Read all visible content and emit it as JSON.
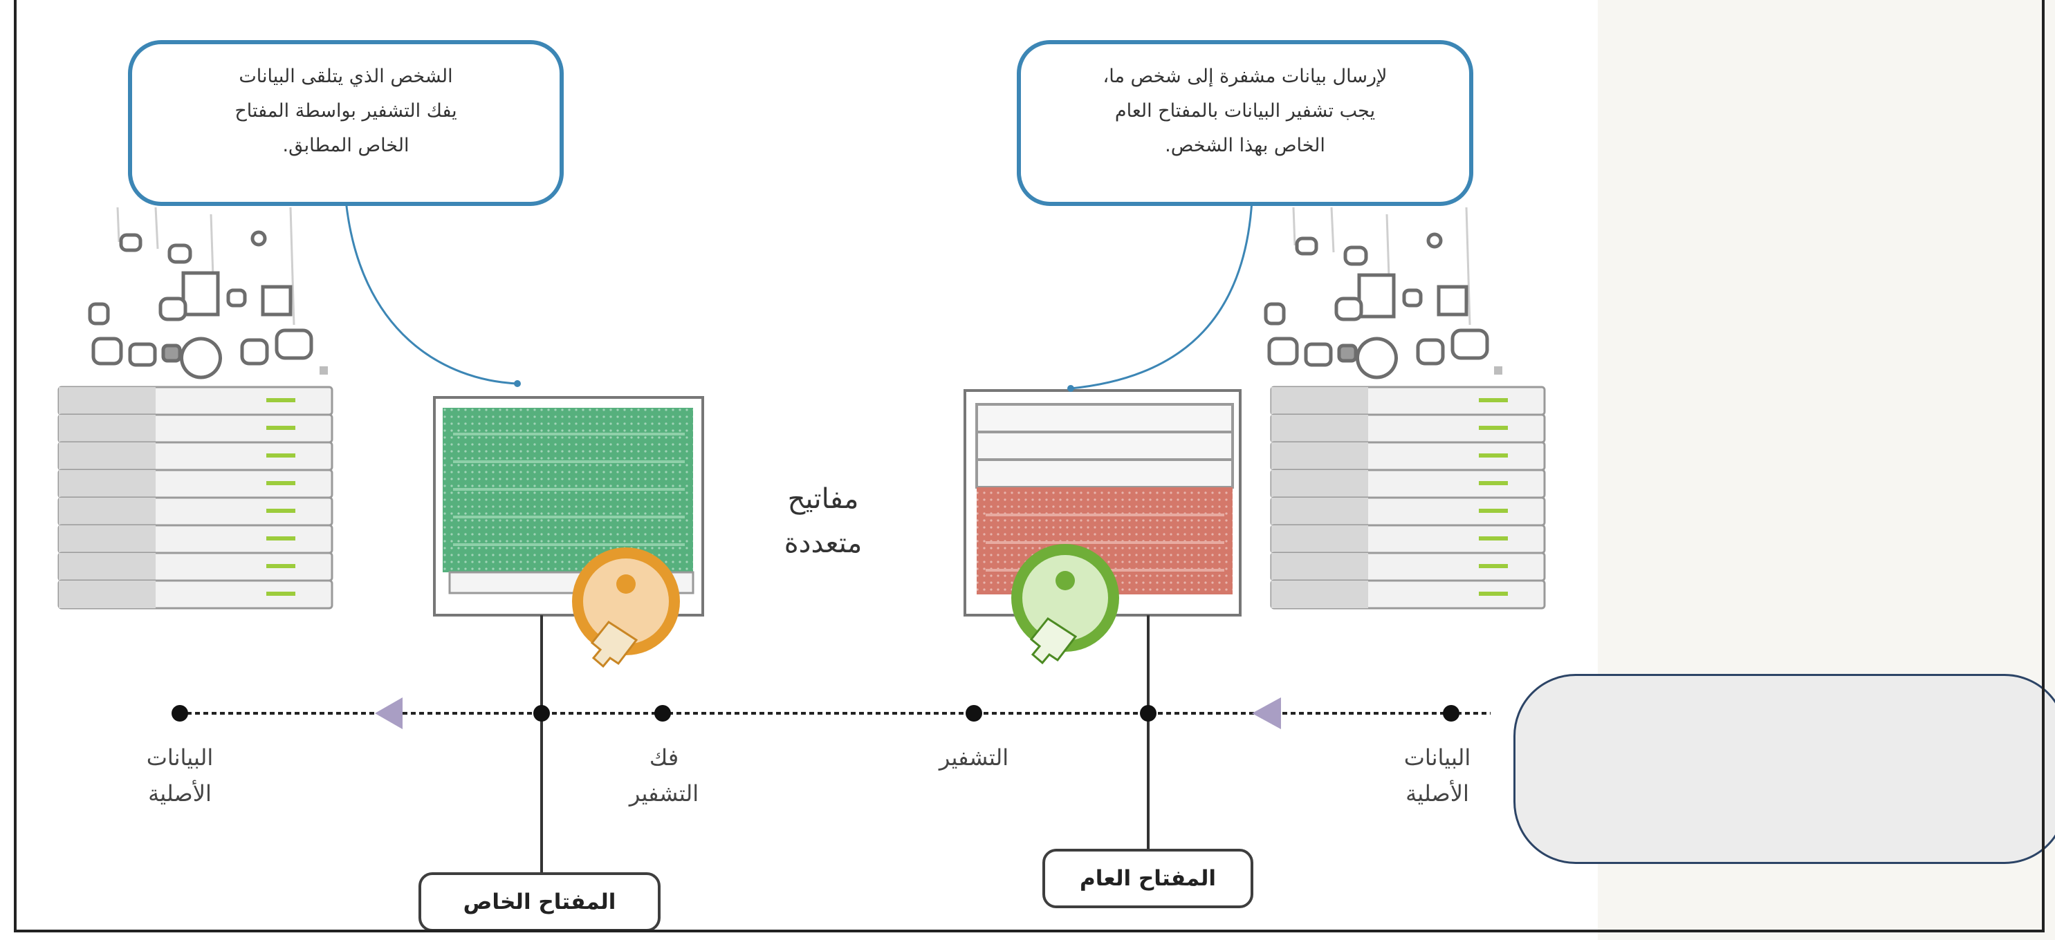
{
  "callouts": {
    "left": {
      "line1": "الشخص الذي يتلقى البيانات",
      "line2": "يفك التشفير بواسطة المفتاح",
      "line3": "الخاص المطابق."
    },
    "right": {
      "line1": "لإرسال بيانات مشفرة إلى شخص ما،",
      "line2": "يجب تشفير البيانات بالمفتاح العام",
      "line3": "الخاص بهذا الشخص."
    }
  },
  "center_label": {
    "line1": "مفاتيح",
    "line2": "متعددة"
  },
  "timeline": {
    "labels": {
      "original_left": {
        "line1": "البيانات",
        "line2": "الأصلية"
      },
      "decrypt": {
        "line1": "فك",
        "line2": "التشفير"
      },
      "encrypt": {
        "line1": "التشفير"
      },
      "original_right": {
        "line1": "البيانات",
        "line2": "الأصلية"
      }
    }
  },
  "tags": {
    "private_key": "المفتاح الخاص",
    "public_key": "المفتاح العام"
  },
  "answer_box": {
    "value": ""
  },
  "colors": {
    "callout_border": "#3c86b5",
    "private_fill": "#56b07d",
    "public_fill": "#d4786a",
    "private_key_badge": "#e59a2c",
    "public_key_badge": "#6fae38",
    "arrow": "#a99ec4",
    "server_accent": "#9ccc3c"
  }
}
